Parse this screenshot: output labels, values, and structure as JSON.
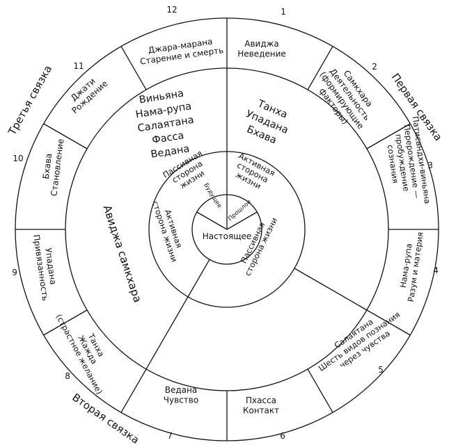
{
  "center_label": "Настоящее",
  "inner_ring": [
    {
      "key": "past",
      "text": "Прошлое"
    },
    {
      "key": "future",
      "text": "Будущее"
    },
    {
      "key": "active_top_right",
      "text": "Активная\nсторона\nжизни"
    },
    {
      "key": "passive_top_left",
      "text": "Пассивная\nсторона\nжизни"
    },
    {
      "key": "active_left",
      "text": "Активная\nсторона жизни"
    },
    {
      "key": "passive_bottom_right",
      "text": "Пассивная\nсторона жизни"
    }
  ],
  "middle_ring": [
    {
      "key": "upper_left",
      "text": "Виньяна\nНама-рупа\nСалаятана\nФасса\nВедана"
    },
    {
      "key": "upper_right",
      "text": "Танха\nУпадана\nБхава"
    },
    {
      "key": "left",
      "text": "Авиджа самкхара"
    }
  ],
  "outer_ring": [
    {
      "num": "1",
      "text": "Авиджа\nНеведение"
    },
    {
      "num": "2",
      "text": "Самкхара\nДеятельность\n(формирующие\nфакторы)"
    },
    {
      "num": "3",
      "text": "Патисандхи-виньяна\nПерерождение —\nпробуждение\nсознания"
    },
    {
      "num": "4",
      "text": "Нама-рупа\nРазум и материя"
    },
    {
      "num": "5",
      "text": "Салаятана\nШесть видов познания\nчерез чувства"
    },
    {
      "num": "6",
      "text": "Пхасса\nКонтакт"
    },
    {
      "num": "7",
      "text": "Ведана\nЧувство"
    },
    {
      "num": "8",
      "text": "Танха\nЖажда\n(страстное желание)"
    },
    {
      "num": "9",
      "text": "Упадана\nПривязанность"
    },
    {
      "num": "10",
      "text": "Бхава\nСтановление"
    },
    {
      "num": "11",
      "text": "Джати\nРождение"
    },
    {
      "num": "12",
      "text": "Джара-марана\nСтарение и смерть"
    }
  ],
  "links": {
    "first": "Первая связка",
    "second": "Вторая связка",
    "third": "Третья связка"
  }
}
